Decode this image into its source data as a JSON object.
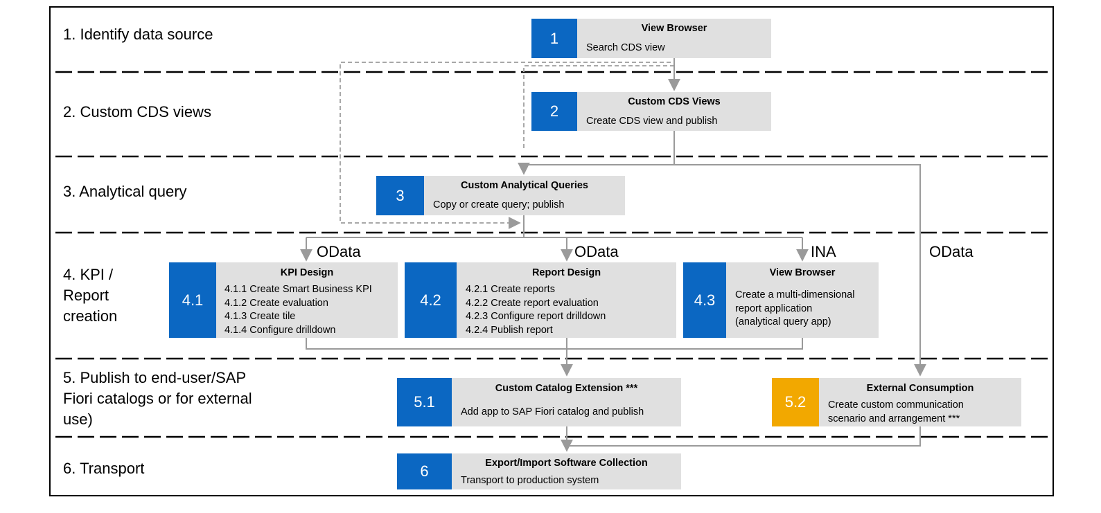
{
  "stages": [
    {
      "label": "1. Identify data source"
    },
    {
      "label": "2. Custom CDS views"
    },
    {
      "label": "3. Analytical query"
    },
    {
      "label_lines": [
        "4. KPI /",
        "Report",
        "creation"
      ]
    },
    {
      "label_lines": [
        "5. Publish to end-user/SAP",
        "Fiori catalogs or for external",
        "use)"
      ]
    },
    {
      "label": "6. Transport"
    }
  ],
  "boxes": {
    "b1": {
      "number": "1",
      "title": "View Browser",
      "desc": [
        "Search CDS view"
      ]
    },
    "b2": {
      "number": "2",
      "title": "Custom CDS Views",
      "desc": [
        "Create CDS view and publish"
      ]
    },
    "b3": {
      "number": "3",
      "title": "Custom Analytical Queries",
      "desc": [
        "Copy or create query; publish"
      ]
    },
    "b41": {
      "number": "4.1",
      "title": "KPI Design",
      "desc": [
        "4.1.1 Create Smart Business KPI",
        "4.1.2 Create evaluation",
        "4.1.3 Create tile",
        "4.1.4 Configure drilldown"
      ]
    },
    "b42": {
      "number": "4.2",
      "title": "Report Design",
      "desc": [
        "4.2.1 Create reports",
        "4.2.2 Create report evaluation",
        "4.2.3 Configure report drilldown",
        "4.2.4 Publish report"
      ]
    },
    "b43": {
      "number": "4.3",
      "title": "View Browser",
      "desc": [
        "Create a multi-dimensional",
        "report application",
        "(analytical query app)"
      ]
    },
    "b51": {
      "number": "5.1",
      "title": "Custom Catalog Extension ***",
      "desc": [
        "Add app to SAP Fiori catalog and publish"
      ]
    },
    "b52": {
      "number": "5.2",
      "title": "External Consumption",
      "desc": [
        "Create custom communication",
        "scenario and arrangement ***"
      ]
    },
    "b6": {
      "number": "6",
      "title": "Export/Import Software Collection",
      "desc": [
        "Transport to production system"
      ]
    }
  },
  "edge_labels": {
    "odata_1": "OData",
    "odata_2": "OData",
    "ina": "INA",
    "odata_3": "OData"
  },
  "colors": {
    "number_blue": "#0b67c2",
    "number_orange": "#f2a800",
    "box_gray": "#e0e0e0",
    "connector": "#9a9a9a"
  }
}
